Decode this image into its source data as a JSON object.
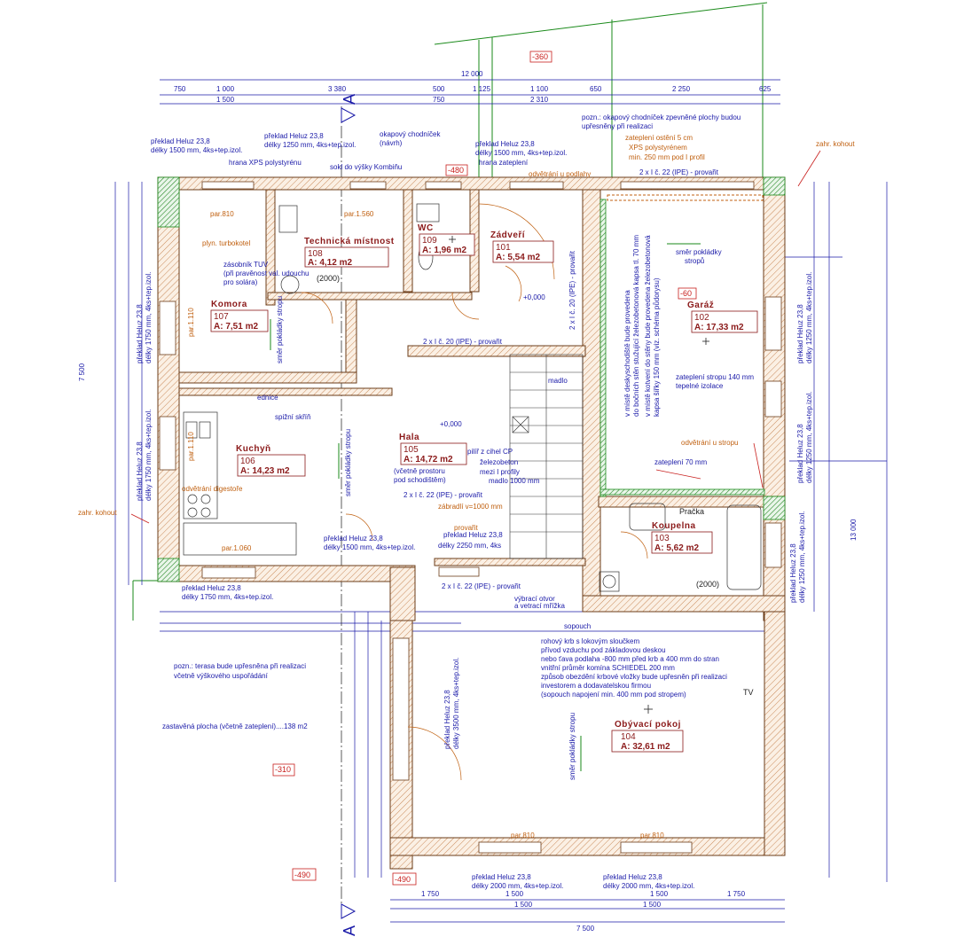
{
  "overall_dims": {
    "top_total": "12 000",
    "left_total": "7 500",
    "right_total": "13 000",
    "bottom_total": "7 500"
  },
  "top_dims_row1": [
    "750",
    "1 000",
    "3 380",
    "500",
    "1 125",
    "1 100",
    "650",
    "2 250",
    "625"
  ],
  "top_dims_row2": [
    "1 500",
    "750",
    "2 310"
  ],
  "bottom_dims_row1": [
    "1 750",
    "1 500",
    "1 500",
    "1 750"
  ],
  "bottom_dims_row2": [
    "1 500",
    "1 500"
  ],
  "levels": [
    "-360",
    "-480",
    "-60",
    "-490",
    "-490",
    "-310",
    "+0,000",
    "+0,000"
  ],
  "rooms": [
    {
      "name": "Technická místnost",
      "num": "108",
      "area": "A: 4,12 m2"
    },
    {
      "name": "WC",
      "num": "109",
      "area": "A: 1,96 m2"
    },
    {
      "name": "Zádveří",
      "num": "101",
      "area": "A: 5,54 m2"
    },
    {
      "name": "Garáž",
      "num": "102",
      "area": "A: 17,33 m2"
    },
    {
      "name": "Komora",
      "num": "107",
      "area": "A: 7,51 m2"
    },
    {
      "name": "Kuchyň",
      "num": "106",
      "area": "A: 14,23 m2"
    },
    {
      "name": "Hala",
      "num": "105",
      "area": "A: 14,72 m2"
    },
    {
      "name": "Koupelna",
      "num": "103",
      "area": "A: 5,62 m2"
    },
    {
      "name": "Obývací pokoj",
      "num": "104",
      "area": "A: 32,61 m2"
    }
  ],
  "notes": {
    "heluz_top1a": "překlad Heluz 23,8",
    "heluz_top1b": "délky 1500 mm, 4ks+tep.izol.",
    "heluz_top2a": "překlad Heluz 23,8",
    "heluz_top2b": "délky 1250 mm, 4ks+tep.izol.",
    "heluz_top3a": "překlad Heluz 23,8",
    "heluz_top3b": "délky 1500 mm, 4ks+tep.izol.",
    "hrana_xps": "hrana XPS polystyrénu",
    "sokl": "sokl do výšky Kombiňu",
    "okapovy": "okapový chodníček",
    "navrh": "(návrh)",
    "hrana_zatep": "hrana zateplení",
    "pozn_okap1": "pozn.: okapový chodníček zpevněné plochy budou",
    "pozn_okap2": "upřesněny při realizaci",
    "zatep_osteni1": "zateplení ostění 5 cm",
    "zatep_osteni2": "XPS polystyrénem",
    "zatep_osteni3": "min. 250 mm pod I profil",
    "zahr_kohout": "zahr. kohout",
    "zahr_kohout2": "zahr. kohout",
    "odvetrani_podlahy": "odvětrání u podlahy",
    "ipe_top": "2 x I č. 22 (IPE) - provařit",
    "plyn_turbokotel": "plyn. turbokotel",
    "zasobnik1": "zásobník TUV",
    "zasobnik2": "(při pravěnost val. udouchu",
    "zasobnik3": "pro solára)",
    "smer_pokladky": "směr pokládky",
    "stropu": "stropů",
    "smer_pokladky_strop": "směr pokládky stropu",
    "ipe_20": "2 x I č. 20 (IPE) - provařit",
    "ipe_20b": "2 x I č. 20 (IPE) - provařit",
    "deska_note1": "v místě deskyschodiště bude provedena",
    "deska_note2": "do bočních stěn stužující železobetonová kapsa tl. 70 mm",
    "deska_note3": "v místě kotvení do stěny bude provedena železobetonová",
    "deska_note4": "kapsa šířky 150 mm (viz. schéma půdorysu)",
    "zatep_stropu1": "zateplení stropu 140 mm",
    "zatep_stropu2": "tepelné izolace",
    "odvetrani_stropu": "odvětrání u stropu",
    "zatep_70": "zateplení 70 mm",
    "ednice": "ednice",
    "spizni_skrin": "spižní skříň",
    "odvetrani_digestore": "odvětrání digestoře",
    "pilir1": "pilíř z cihel CP",
    "pilir2": "železobeton",
    "pilir3": "mezi I profily",
    "madlo": "madlo",
    "madlo2": "madlo 1000 mm",
    "vcetne1": "(včetně prostoru",
    "vcetne2": "pod schodištěm)",
    "ipe_22_hala": "2 x I č. 22 (IPE) - provařit",
    "zabradli": "zábradlí v=1000 mm",
    "provarit": "provařit",
    "ipe_22_sd": "2 x I č. 22 (IPE) - provařit",
    "heluz_mid1a": "překlad Heluz 23,8",
    "heluz_mid1b": "délky 1500 mm, 4ks+tep.izol.",
    "heluz_mid2a": "překlad Heluz 23,8",
    "heluz_mid2b": "délky 2250 mm, 4ks",
    "ipe_22_mid": "2 x I č. 22 (IPE) - provařit",
    "vybraci1": "výbrací otvor",
    "vybraci2": "a vetrací mřížka",
    "sopouch": "sopouch",
    "pracka": "Pračka",
    "heluz_left1a": "překlad Heluz 23,8",
    "heluz_left1b": "délky 1750 mm, 4ks+tep.izol.",
    "heluz_left2a": "překlad Heluz 23,8",
    "heluz_left2b": "délky 1750 mm, 4ks+tep.izol.",
    "heluz_kuch_a": "překlad Heluz 23,8",
    "heluz_kuch_b": "délky 1750 mm, 4ks+tep.izol.",
    "heluz_right1a": "překlad Heluz 23,8",
    "heluz_right1b": "délky 1250 mm, 4ks+tep.izol.",
    "heluz_right2a": "překlad Heluz 23,8",
    "heluz_right2b": "délky 1250 mm, 4ks+tep.izol.",
    "heluz_right3a": "překlad Heluz 23,8",
    "heluz_right3b": "délky 1250 mm, 4ks+tep.izol.",
    "heluz_strop_a": "překlad Heluz 23,8",
    "heluz_strop_b": "délky 3500 mm, 4ks+tep.izol.",
    "pozn_terasa1": "pozn.: terasa bude upřesněna při realizaci",
    "pozn_terasa2": "včetně výškového uspořádání",
    "zastavena": "zastavěná plocha (včetně zateplení)....138 m2",
    "komin1": "rohový krb s lokovým sloučkem",
    "komin2": "přívod vzduchu pod základovou deskou",
    "komin3": "nebo ťava podlaha -800 mm před krb a 400 mm do stran",
    "komin4": "vnitřní průměr komína SCHIEDEL 200 mm",
    "komin5": "způsob obezdění krbové vložky bude upřesněn při realizaci",
    "komin6": "investorem a dodavatelskou firmou",
    "komin7": "(sopouch napojení min. 400 mm pod stropem)",
    "tv": "TV",
    "heluz_bot1a": "překlad Heluz 23,8",
    "heluz_bot1b": "délky 2000 mm, 4ks+tep.izol.",
    "heluz_bot2a": "překlad Heluz 23,8",
    "heluz_bot2b": "délky 2000 mm, 4ks+tep.izol.",
    "par_810a": "par.810",
    "par_1560": "par.1.560",
    "par_810b": "par.810",
    "par_810c": "par.810",
    "par_1060": "par.1.060",
    "par_1110": "par.1.110",
    "par_1110b": "par.1.110",
    "d2000a": "(2000)",
    "d2000b": "(2000)"
  },
  "axis": {
    "top": "A",
    "bottom": "A"
  }
}
